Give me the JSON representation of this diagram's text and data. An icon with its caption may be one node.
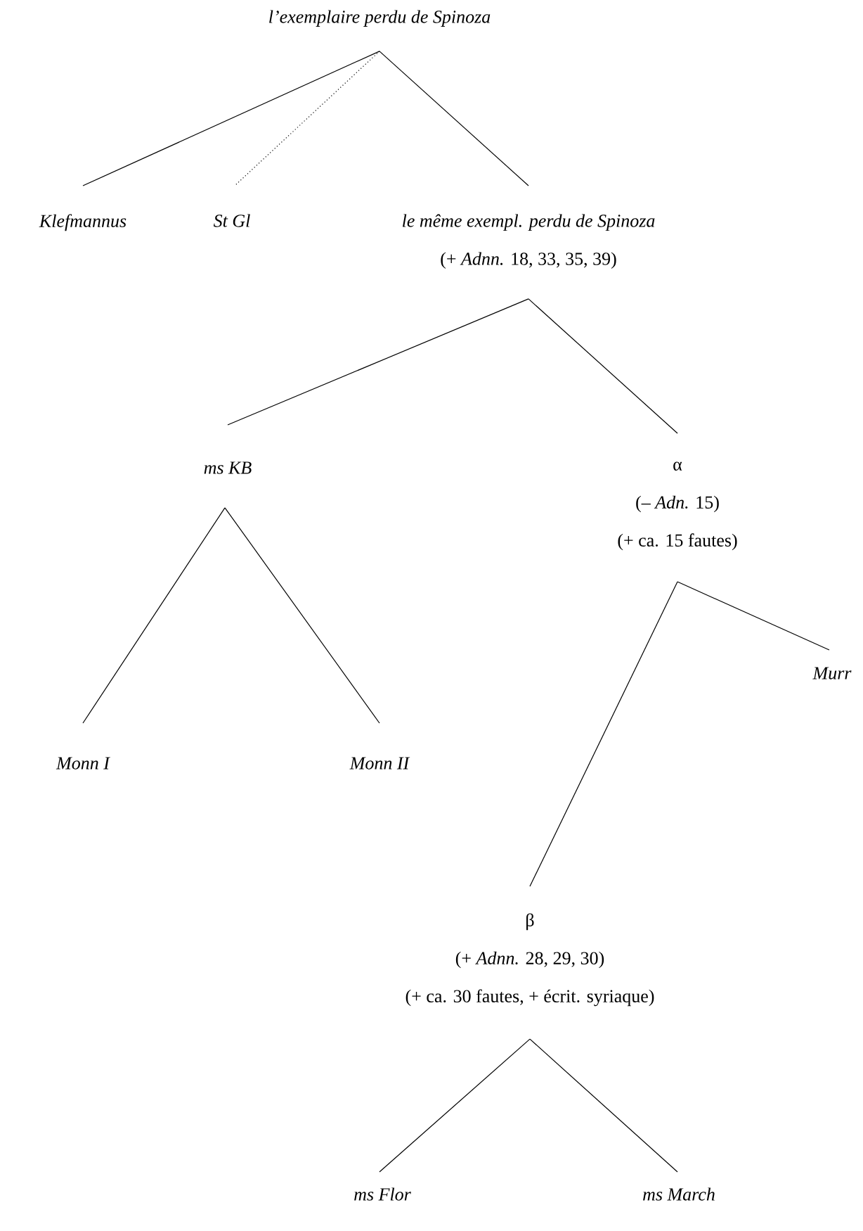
{
  "diagram": {
    "nodes": [
      {
        "text": [
          "l’exemplaire perdu de Spinoza"
        ]
      },
      {
        "text": [
          "Klefmannus"
        ]
      },
      {
        "text": [
          "St Gl"
        ]
      },
      {
        "text": [
          "le même exempl. perdu de Spinoza",
          "(+ *Adnn.* 18, 33, 35, 39)"
        ]
      },
      {
        "text": [
          "ms KB"
        ]
      },
      {
        "text": [
          "α",
          "(– *Adn.* 15)",
          "(+ ca. 15 fautes)"
        ]
      },
      {
        "text": [
          "Monn I"
        ]
      },
      {
        "text": [
          "Monn II"
        ]
      },
      {
        "text": [
          "Murr"
        ]
      },
      {
        "text": [
          "β",
          "(+ *Adnn.* 28, 29, 30)",
          "(+ ca. 30 fautes, + écrit. syriaque)"
        ]
      },
      {
        "text": [
          "ms Flor"
        ]
      },
      {
        "text": [
          "ms March"
        ]
      }
    ],
    "edges": [
      {
        "from": 0,
        "to": 1,
        "arrow": "none"
      },
      {
        "from": 0,
        "to": 2,
        "arrow": "none",
        "style": "dashed"
      },
      {
        "from": 0,
        "to": 3,
        "arrow": "none"
      },
      {
        "from": 3,
        "to": 4,
        "arrow": "none"
      },
      {
        "from": 3,
        "to": 5,
        "arrow": "none"
      },
      {
        "from": 4,
        "to": 6,
        "arrow": "none"
      },
      {
        "from": 4,
        "to": 7,
        "arrow": "none"
      },
      {
        "from": 5,
        "to": 8,
        "arrow": "none"
      },
      {
        "from": 5,
        "to": 9,
        "arrow": "none"
      },
      {
        "from": 9,
        "to": 10,
        "arrow": "none"
      },
      {
        "from": 9,
        "to": 11,
        "arrow": "none"
      }
    ]
  }
}
